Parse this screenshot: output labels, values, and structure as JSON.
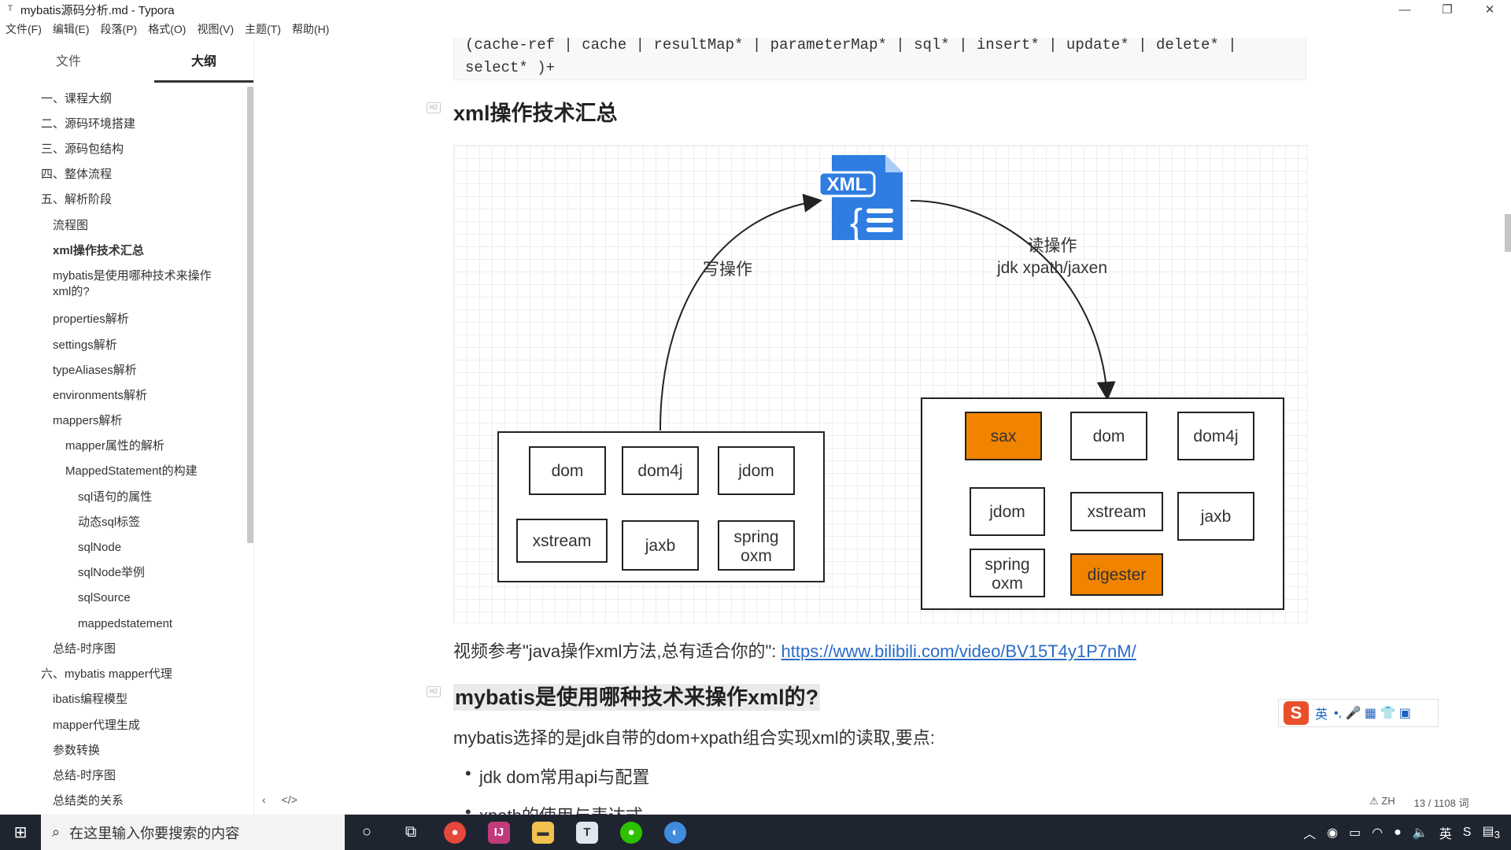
{
  "window": {
    "title": "mybatis源码分析.md - Typora",
    "minimize": "—",
    "maximize": "❐",
    "close": "✕"
  },
  "menu": [
    "文件(F)",
    "编辑(E)",
    "段落(P)",
    "格式(O)",
    "视图(V)",
    "主题(T)",
    "帮助(H)"
  ],
  "sidebar": {
    "tabs": {
      "files": "文件",
      "outline": "大纲"
    },
    "items": [
      {
        "label": "一、课程大纲",
        "level": 1
      },
      {
        "label": "二、源码环境搭建",
        "level": 1
      },
      {
        "label": "三、源码包结构",
        "level": 1
      },
      {
        "label": "四、整体流程",
        "level": 1
      },
      {
        "label": "五、解析阶段",
        "level": 1
      },
      {
        "label": "流程图",
        "level": 2
      },
      {
        "label": "xml操作技术汇总",
        "level": 2,
        "active": true
      },
      {
        "label": "mybatis是使用哪种技术来操作xml的?",
        "level": 2
      },
      {
        "label": "properties解析",
        "level": 2
      },
      {
        "label": "settings解析",
        "level": 2
      },
      {
        "label": "typeAliases解析",
        "level": 2
      },
      {
        "label": "environments解析",
        "level": 2
      },
      {
        "label": "mappers解析",
        "level": 2
      },
      {
        "label": "mapper属性的解析",
        "level": 3
      },
      {
        "label": "MappedStatement的构建",
        "level": 3
      },
      {
        "label": "sql语句的属性",
        "level": 4
      },
      {
        "label": "动态sql标签",
        "level": 4
      },
      {
        "label": "sqlNode",
        "level": 4
      },
      {
        "label": "sqlNode举例",
        "level": 4
      },
      {
        "label": "sqlSource",
        "level": 4
      },
      {
        "label": "mappedstatement",
        "level": 4
      },
      {
        "label": "总结-时序图",
        "level": 2
      },
      {
        "label": "六、mybatis mapper代理",
        "level": 1
      },
      {
        "label": "ibatis编程模型",
        "level": 2
      },
      {
        "label": "mapper代理生成",
        "level": 2
      },
      {
        "label": "参数转换",
        "level": 2
      },
      {
        "label": "总结-时序图",
        "level": 2
      },
      {
        "label": "总结类的关系",
        "level": 2
      }
    ],
    "footer_left": "‹",
    "footer_code": "</>"
  },
  "content": {
    "code_lines": [
      "(cache-ref | cache | resultMap* | parameterMap* | sql* | insert* | update* | delete* |",
      "select* )+"
    ],
    "heading1": "xml操作技术汇总",
    "heading2": "mybatis是使用哪种技术来操作xml的?",
    "video_ref_text": "视频参考\"java操作xml方法,总有适合你的\": ",
    "video_link": "https://www.bilibili.com/video/BV15T4y1P7nM/",
    "para2": "mybatis选择的是jdk自带的dom+xpath组合实现xml的读取,要点:",
    "bullets": [
      "jdk dom常用api与配置",
      "xpath的使用与表达式"
    ]
  },
  "diagram": {
    "xml_label": "XML",
    "xml_braces": "{",
    "write_label": "写操作",
    "read_label_1": "读操作",
    "read_label_2": "jdk xpath/jaxen",
    "write_libs": [
      "dom",
      "dom4j",
      "jdom",
      "xstream",
      "jaxb",
      "spring oxm"
    ],
    "read_libs": [
      {
        "name": "sax",
        "highlight": true
      },
      {
        "name": "dom",
        "highlight": false
      },
      {
        "name": "dom4j",
        "highlight": false
      },
      {
        "name": "jdom",
        "highlight": false
      },
      {
        "name": "xstream",
        "highlight": false
      },
      {
        "name": "jaxb",
        "highlight": false
      },
      {
        "name": "spring oxm",
        "highlight": false
      },
      {
        "name": "digester",
        "highlight": true
      }
    ],
    "highlight_color": "#f08300",
    "xml_icon_color": "#2f7de1"
  },
  "ime": {
    "logo": "S",
    "lang": "英",
    "icons": "•, 🎤 ▦ 👕 ▣"
  },
  "status": {
    "warning": "⚠ ZH",
    "count": "13 / 1108 词"
  },
  "taskbar": {
    "search_placeholder": "在这里输入你要搜索的内容",
    "tray_lang": "英",
    "notif_count": "3"
  }
}
